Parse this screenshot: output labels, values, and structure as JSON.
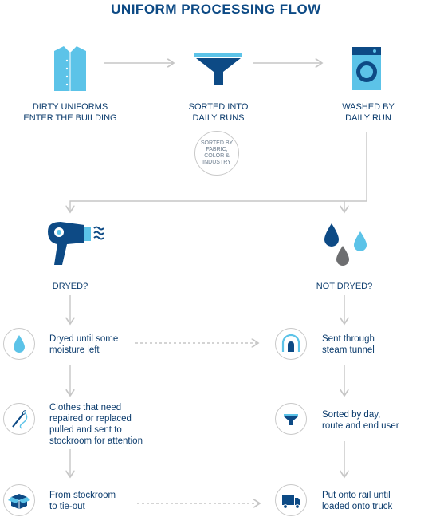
{
  "title": "UNIFORM PROCESSING FLOW",
  "top": {
    "step1": {
      "line1": "DIRTY UNIFORMS",
      "line2": "ENTER THE BUILDING"
    },
    "step2": {
      "line1": "SORTED INTO",
      "line2": "DAILY RUNS",
      "note": "SORTED BY FABRIC, COLOR & INDUSTRY"
    },
    "step3": {
      "line1": "WASHED BY",
      "line2": "DAILY RUN"
    }
  },
  "branches": {
    "left": "DRYED?",
    "right": "NOT DRYED?"
  },
  "left_steps": [
    {
      "line1": "Dryed until some",
      "line2": "moisture left",
      "icon": "water-drop-icon"
    },
    {
      "line1": "Clothes that need",
      "line2": "repaired or replaced",
      "line3": "pulled and sent to",
      "line4": "stockroom for attention",
      "icon": "needle-thread-icon"
    },
    {
      "line1": "From stockroom",
      "line2": "to tie-out",
      "icon": "box-icon"
    }
  ],
  "right_steps": [
    {
      "line1": "Sent through",
      "line2": "steam tunnel",
      "icon": "tunnel-icon"
    },
    {
      "line1": "Sorted by day,",
      "line2": "route and end user",
      "icon": "funnel-icon"
    },
    {
      "line1": "Put onto rail until",
      "line2": "loaded onto truck",
      "icon": "truck-icon"
    }
  ],
  "colors": {
    "navy": "#0d4a85",
    "light_blue": "#5cc3e8",
    "gray": "#6d6e70",
    "line": "#c6c6c6"
  }
}
